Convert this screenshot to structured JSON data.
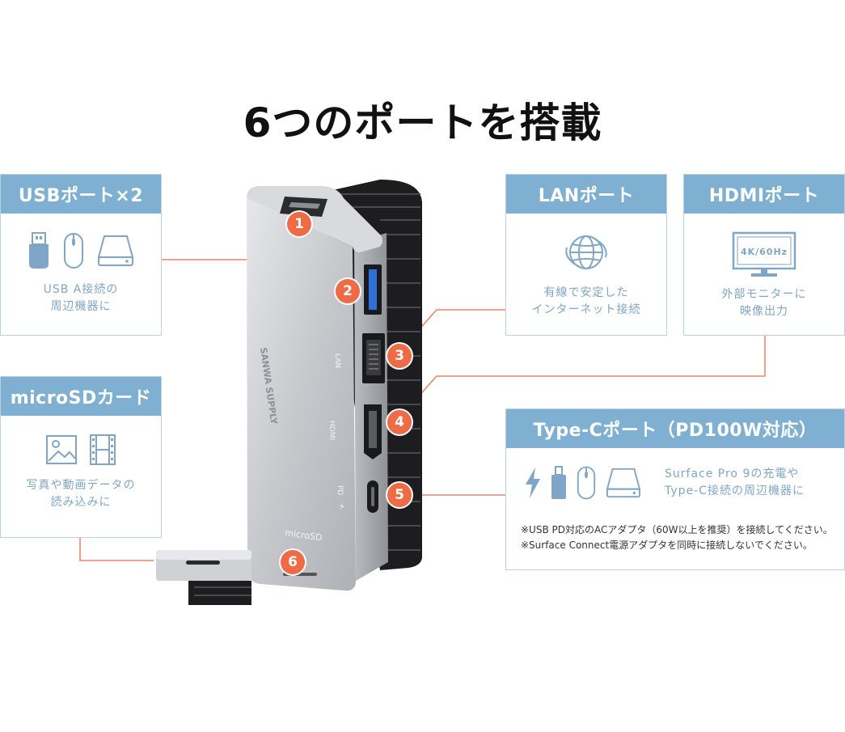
{
  "title": "6つのポートを搭載",
  "accent_color": "#ee6b45",
  "card_header_color": "#7fafd1",
  "cards": {
    "usb": {
      "header": "USBポート×2",
      "desc": "USB A接続の\n周辺機器に",
      "icons": [
        "usb-stick-icon",
        "mouse-icon",
        "hdd-icon"
      ]
    },
    "microsd": {
      "header": "microSDカード",
      "desc": "写真や動画データの\n読み込みに",
      "icons": [
        "photo-icon",
        "film-icon"
      ]
    },
    "lan": {
      "header": "LANポート",
      "desc": "有線で安定した\nインターネット接続",
      "icons": [
        "globe-icon"
      ]
    },
    "hdmi": {
      "header": "HDMIポート",
      "desc": "外部モニターに\n映像出力",
      "monitor_label": "4K/60Hz",
      "icons": [
        "monitor-icon"
      ]
    },
    "typec": {
      "header": "Type-Cポート（PD100W対応）",
      "desc": "Surface Pro 9の充電や\nType-C接続の周辺機器に",
      "note": "※USB PD対応のACアダプタ（60W以上を推奨）を接続してください。\n※Surface Connect電源アダプタを同時に接続しないでください。",
      "icons": [
        "lightning-icon",
        "usb-c-stick-icon",
        "mouse-icon",
        "hdd-icon"
      ]
    }
  },
  "badges": [
    "1",
    "2",
    "3",
    "4",
    "5",
    "6"
  ],
  "device": {
    "brand": "SANWA SUPPLY",
    "port_labels": {
      "lan": "LAN",
      "hdmi": "HDMI",
      "pd": "PD",
      "microsd": "microSD"
    }
  }
}
